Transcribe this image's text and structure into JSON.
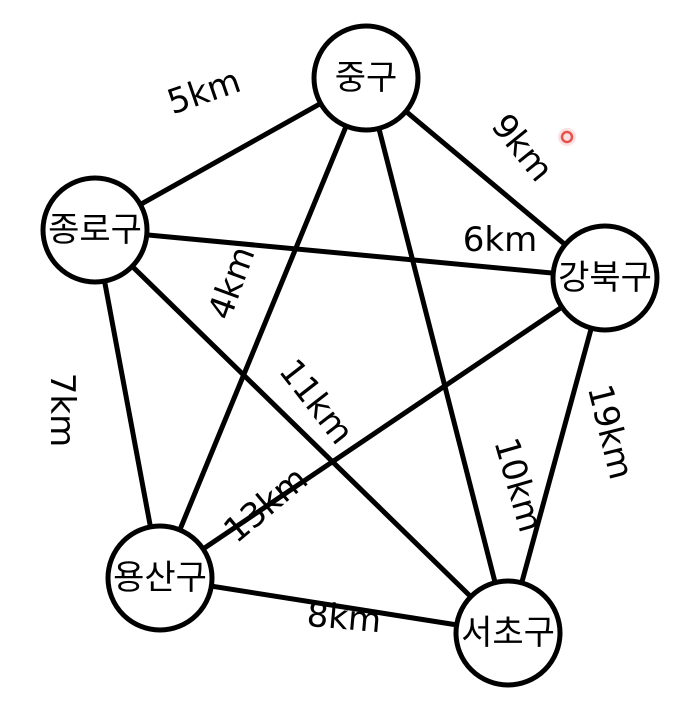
{
  "nodes": [
    {
      "id": "jongno",
      "label": "종로구"
    },
    {
      "id": "jung",
      "label": "중구"
    },
    {
      "id": "gangbuk",
      "label": "강북구"
    },
    {
      "id": "yongsan",
      "label": "용산구"
    },
    {
      "id": "seocho",
      "label": "서초구"
    }
  ],
  "edges": [
    {
      "from": "jongno",
      "to": "jung",
      "label": "5km"
    },
    {
      "from": "jung",
      "to": "gangbuk",
      "label": "9km"
    },
    {
      "from": "jongno",
      "to": "gangbuk",
      "label": "6km"
    },
    {
      "from": "jung",
      "to": "yongsan",
      "label": "4km"
    },
    {
      "from": "jongno",
      "to": "yongsan",
      "label": "7km"
    },
    {
      "from": "jongno",
      "to": "seocho",
      "label": "11km"
    },
    {
      "from": "jung",
      "to": "seocho",
      "label": "10km"
    },
    {
      "from": "gangbuk",
      "to": "seocho",
      "label": "19km"
    },
    {
      "from": "gangbuk",
      "to": "yongsan",
      "label": "13km"
    },
    {
      "from": "yongsan",
      "to": "seocho",
      "label": "8km"
    }
  ],
  "colors": {
    "stroke": "#000000",
    "fill": "#ffffff",
    "marker": "#e53935"
  }
}
